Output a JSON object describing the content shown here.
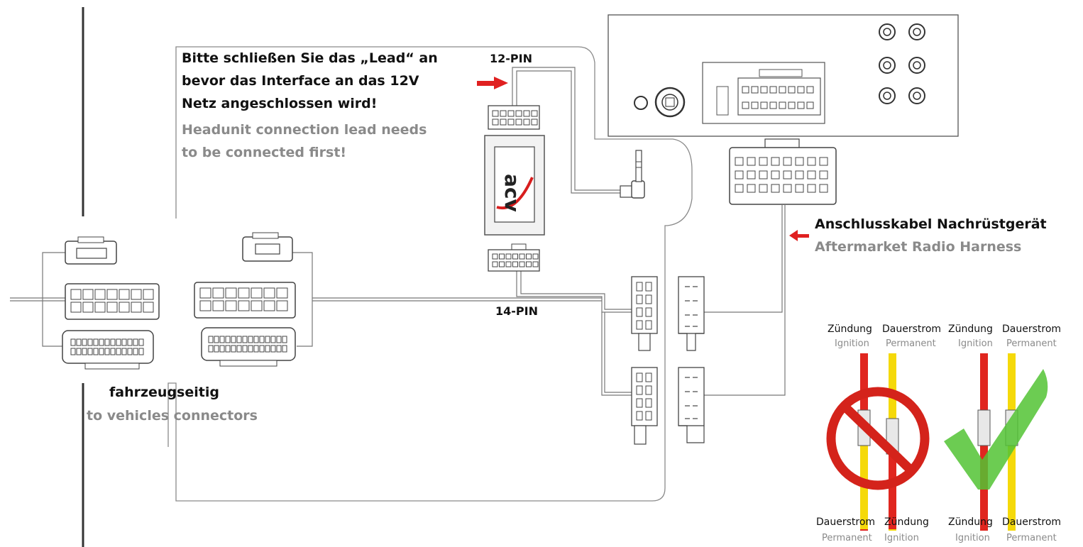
{
  "instruction": {
    "de_line1": "Bitte schließen Sie das „Lead“ an",
    "de_line2": "bevor das Interface an das 12V",
    "de_line3": "Netz angeschlossen wird!",
    "en_line1": "Headunit connection lead needs",
    "en_line2": "to be connected first!"
  },
  "pins": {
    "top": "12-PIN",
    "bottom": "14-PIN"
  },
  "device": {
    "logo": "acv"
  },
  "harness": {
    "de": "Anschlusskabel Nachrüstgerät",
    "en": "Aftermarket Radio Harness"
  },
  "vehicle": {
    "de": "fahrzeugseitig",
    "en": "to vehicles connectors"
  },
  "wiring_wrong": {
    "top_left_de": "Zündung",
    "top_left_en": "Ignition",
    "top_right_de": "Dauerstrom",
    "top_right_en": "Permanent",
    "bottom_left_de": "Dauerstrom",
    "bottom_left_en": "Permanent",
    "bottom_right_de": "Zündung",
    "bottom_right_en": "Ignition"
  },
  "wiring_right": {
    "top_left_de": "Zündung",
    "top_left_en": "Ignition",
    "top_right_de": "Dauerstrom",
    "top_right_en": "Permanent",
    "bottom_left_de": "Zündung",
    "bottom_left_en": "Ignition",
    "bottom_right_de": "Dauerstrom",
    "bottom_right_en": "Permanent"
  },
  "colors": {
    "wire_red": "#e0261f",
    "wire_yellow": "#f5d90a",
    "prohibited": "#d4231b",
    "check": "#52c334",
    "arrow": "#e02020",
    "line": "#6f6f6f"
  }
}
